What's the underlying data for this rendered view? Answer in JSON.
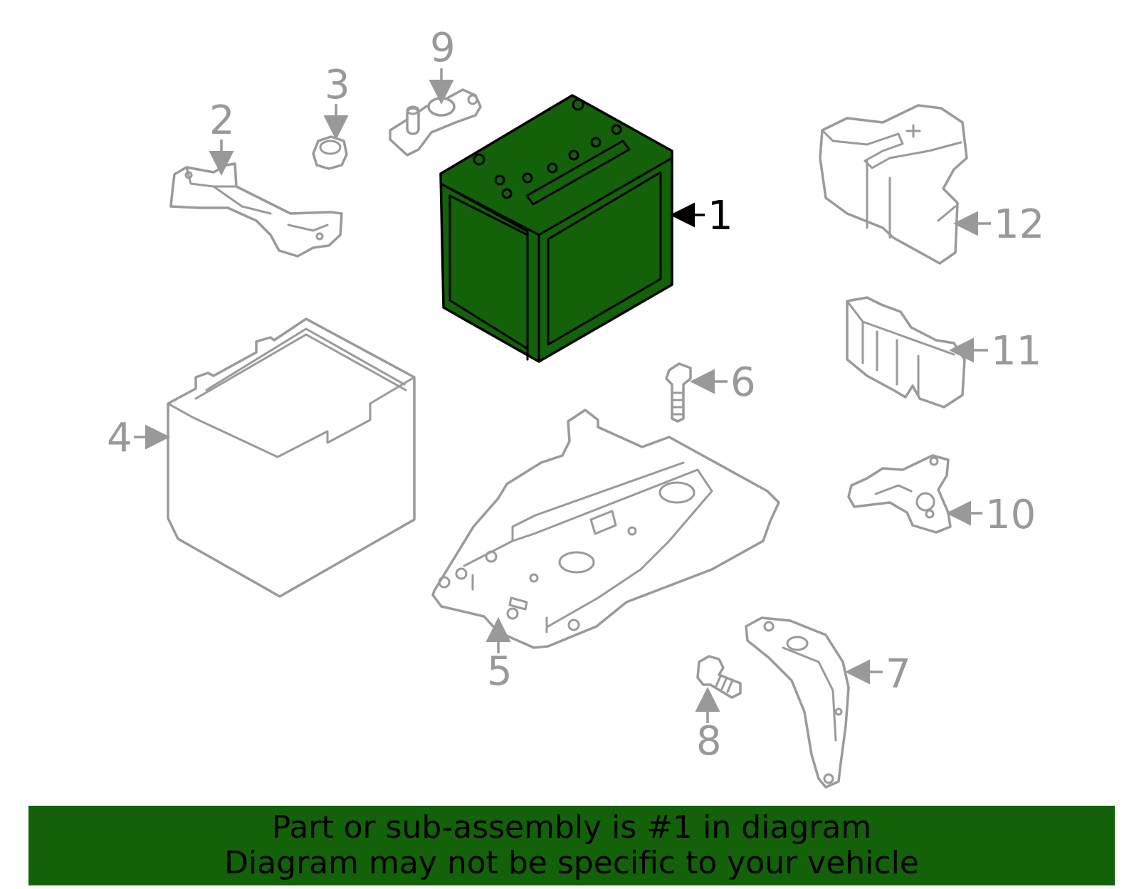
{
  "banner": {
    "line1": "Part or sub-assembly is #1 in diagram",
    "line2": "Diagram may not be specific to your vehicle",
    "background_color": "#136108"
  },
  "highlight": {
    "part_number": "1",
    "fill_color": "#136108"
  },
  "callouts": {
    "c1": "1",
    "c2": "2",
    "c3": "3",
    "c4": "4",
    "c5": "5",
    "c6": "6",
    "c7": "7",
    "c8": "8",
    "c9": "9",
    "c10": "10",
    "c11": "11",
    "c12": "12"
  }
}
